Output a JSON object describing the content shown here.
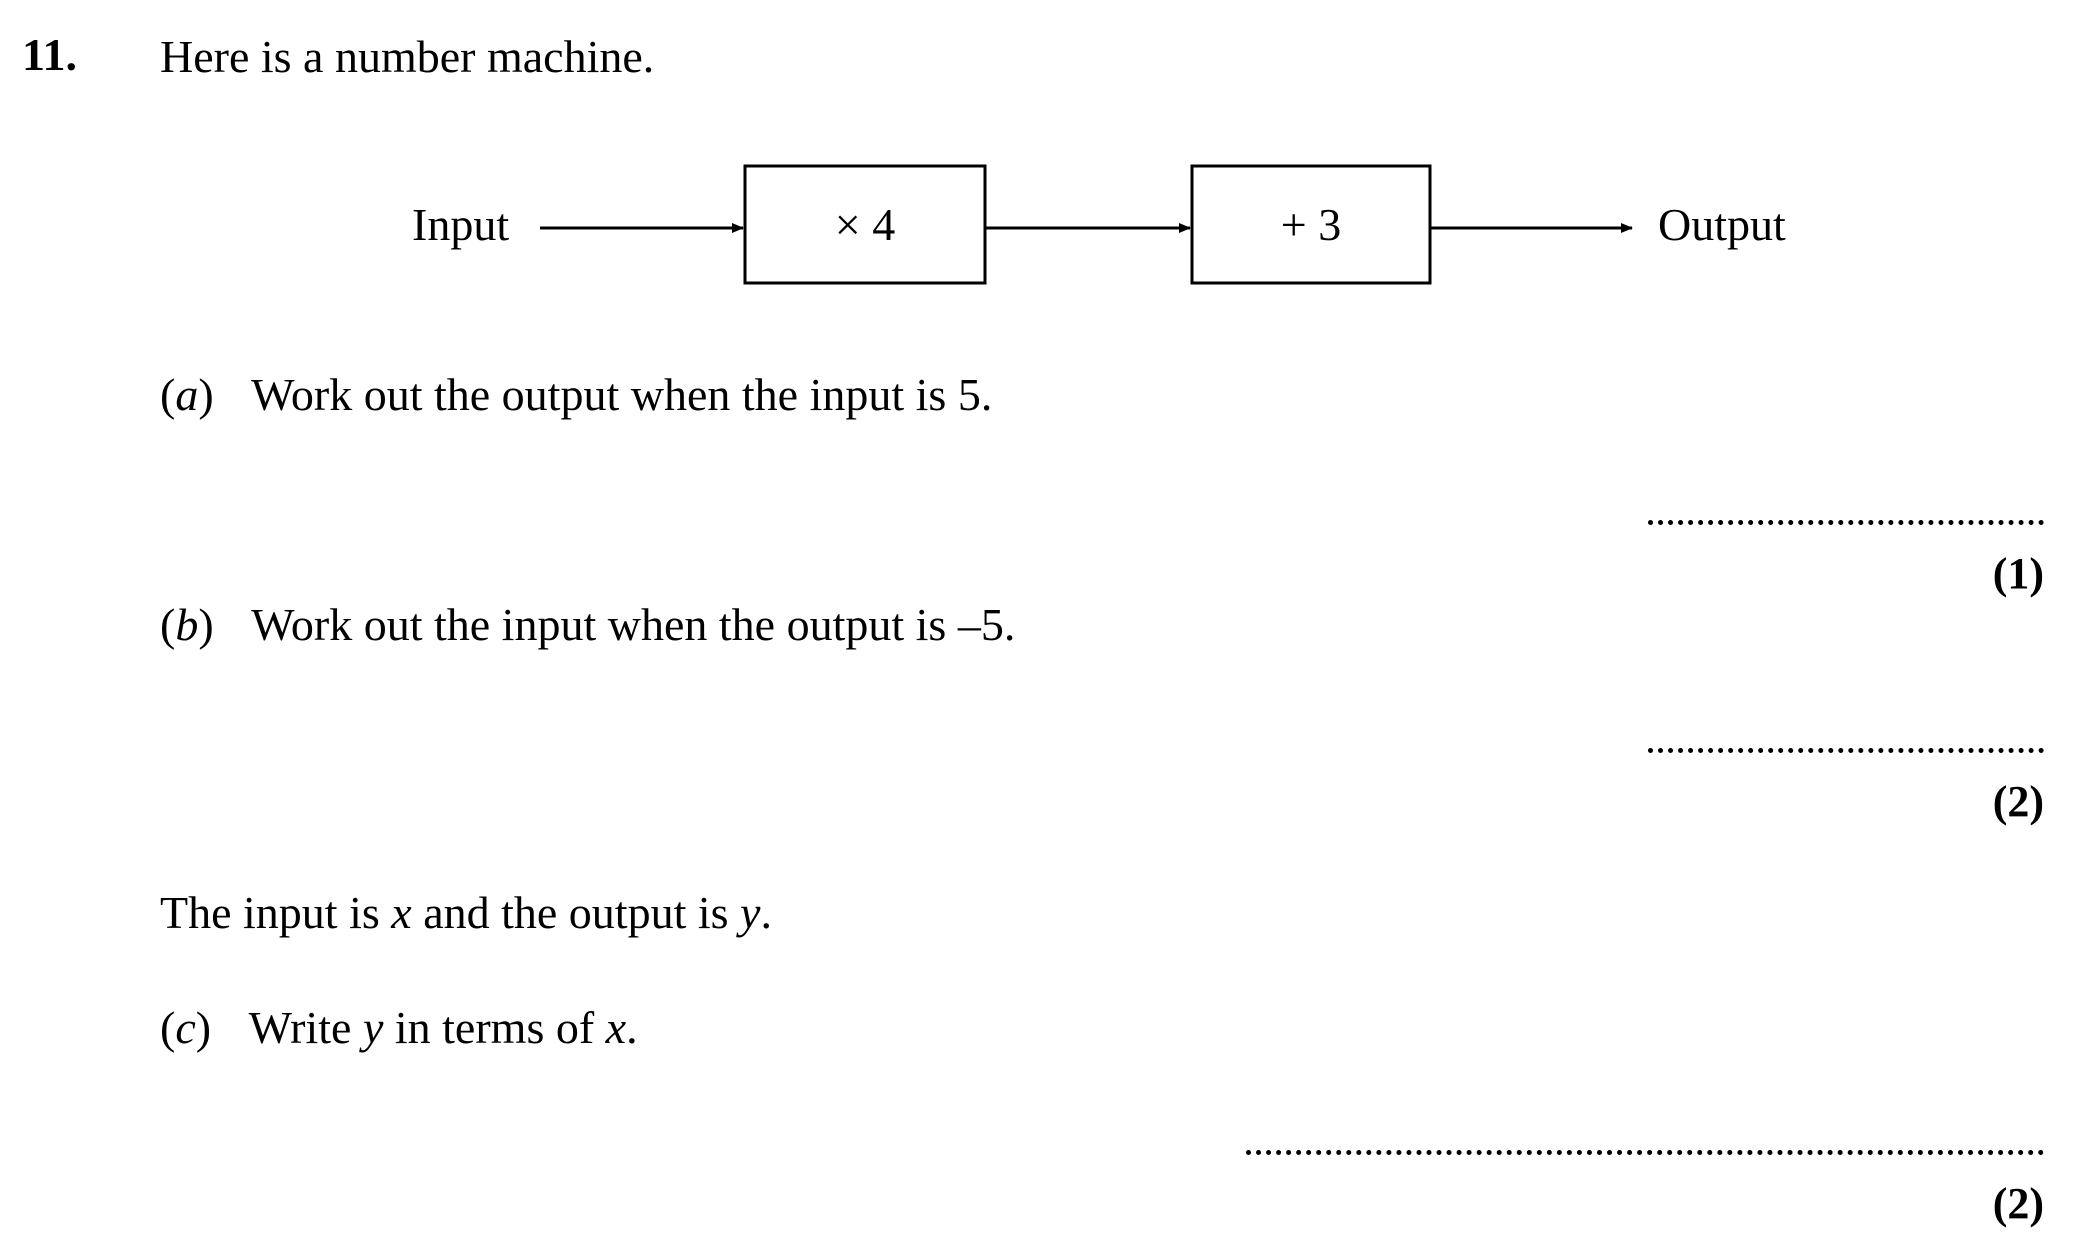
{
  "question": {
    "number": "11.",
    "intro": "Here is a number machine."
  },
  "machine": {
    "input_label": "Input",
    "step1": "× 4",
    "step2": "+ 3",
    "output_label": "Output"
  },
  "parts": {
    "a": {
      "letter": "a",
      "text": "Work out the output when the input is 5.",
      "marks": "(1)"
    },
    "b": {
      "letter": "b",
      "text": "Work out the input when the output is –5.",
      "marks": "(2)"
    },
    "statement": {
      "pre": "The input is ",
      "var1": "x",
      "mid": " and the output is ",
      "var2": "y",
      "post": "."
    },
    "c": {
      "letter": "c",
      "pre": "Write ",
      "var1": "y",
      "mid": " in terms of ",
      "var2": "x",
      "post": ".",
      "marks": "(2)"
    }
  }
}
